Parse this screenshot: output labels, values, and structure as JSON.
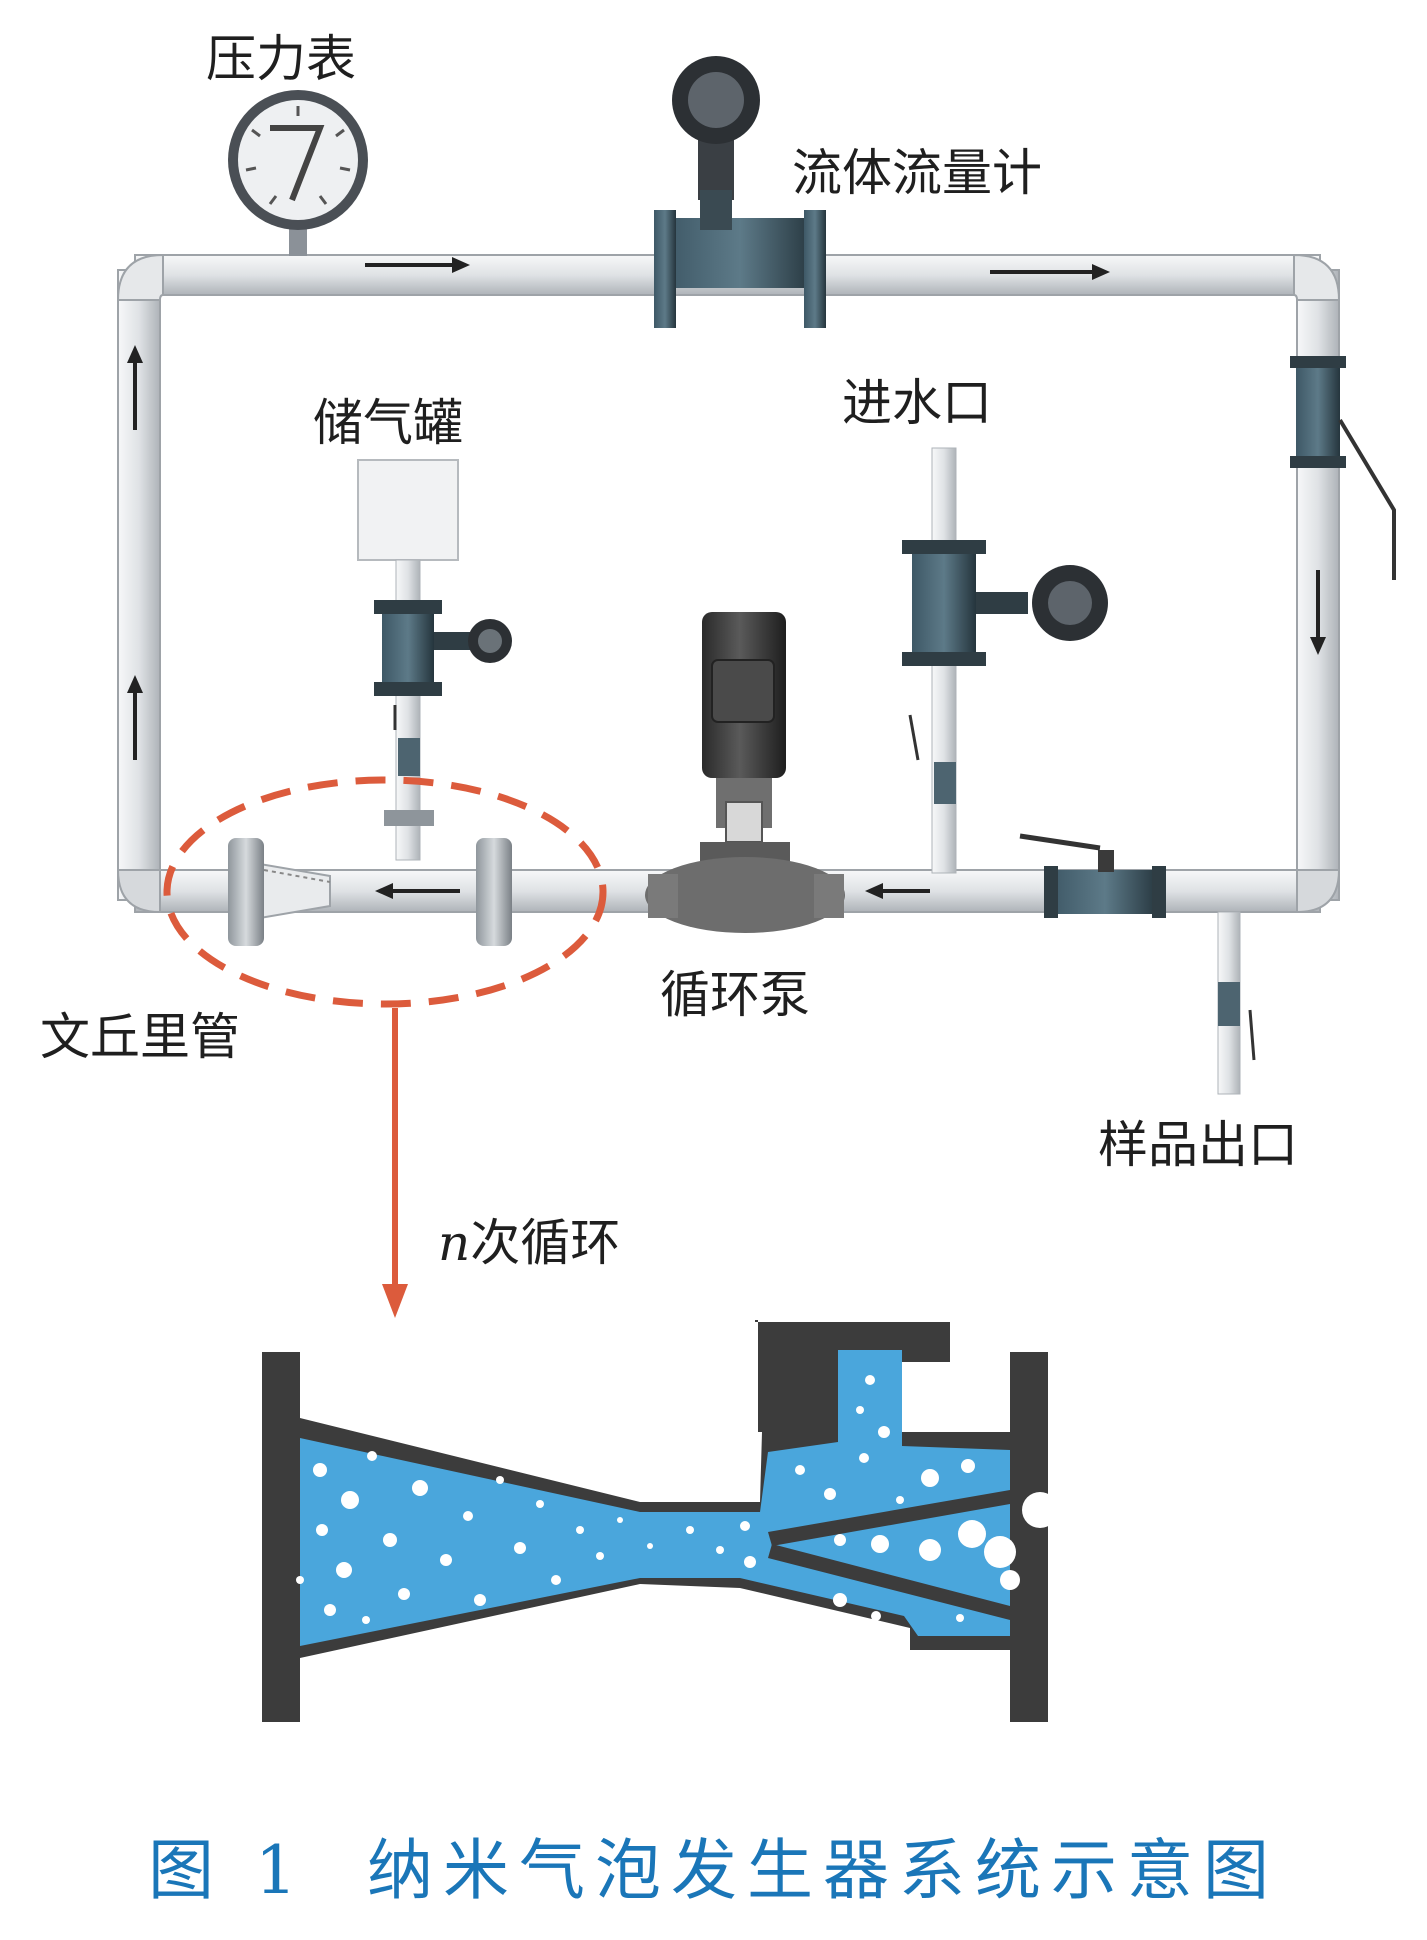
{
  "labels": {
    "pressure_gauge": "压力表",
    "flowmeter": "流体流量计",
    "gas_tank": "储气罐",
    "water_inlet": "进水口",
    "venturi": "文丘里管",
    "pump": "循环泵",
    "sample_outlet": "样品出口",
    "cycles_var": "n",
    "cycles_text": "次循环"
  },
  "caption": {
    "number": "图 1",
    "title": "纳米气泡发生器系统示意图"
  },
  "colors": {
    "pipe": "#e3e5e8",
    "pipe_edge": "#9ea3a8",
    "flow_arrow": "#222222",
    "highlight": "#dc5b3c",
    "water": "#4aa6dc",
    "bubble": "#ffffff",
    "venturi_wall": "#3c3c3c",
    "caption": "#1a76b8",
    "valve_body": "#2d4552"
  }
}
